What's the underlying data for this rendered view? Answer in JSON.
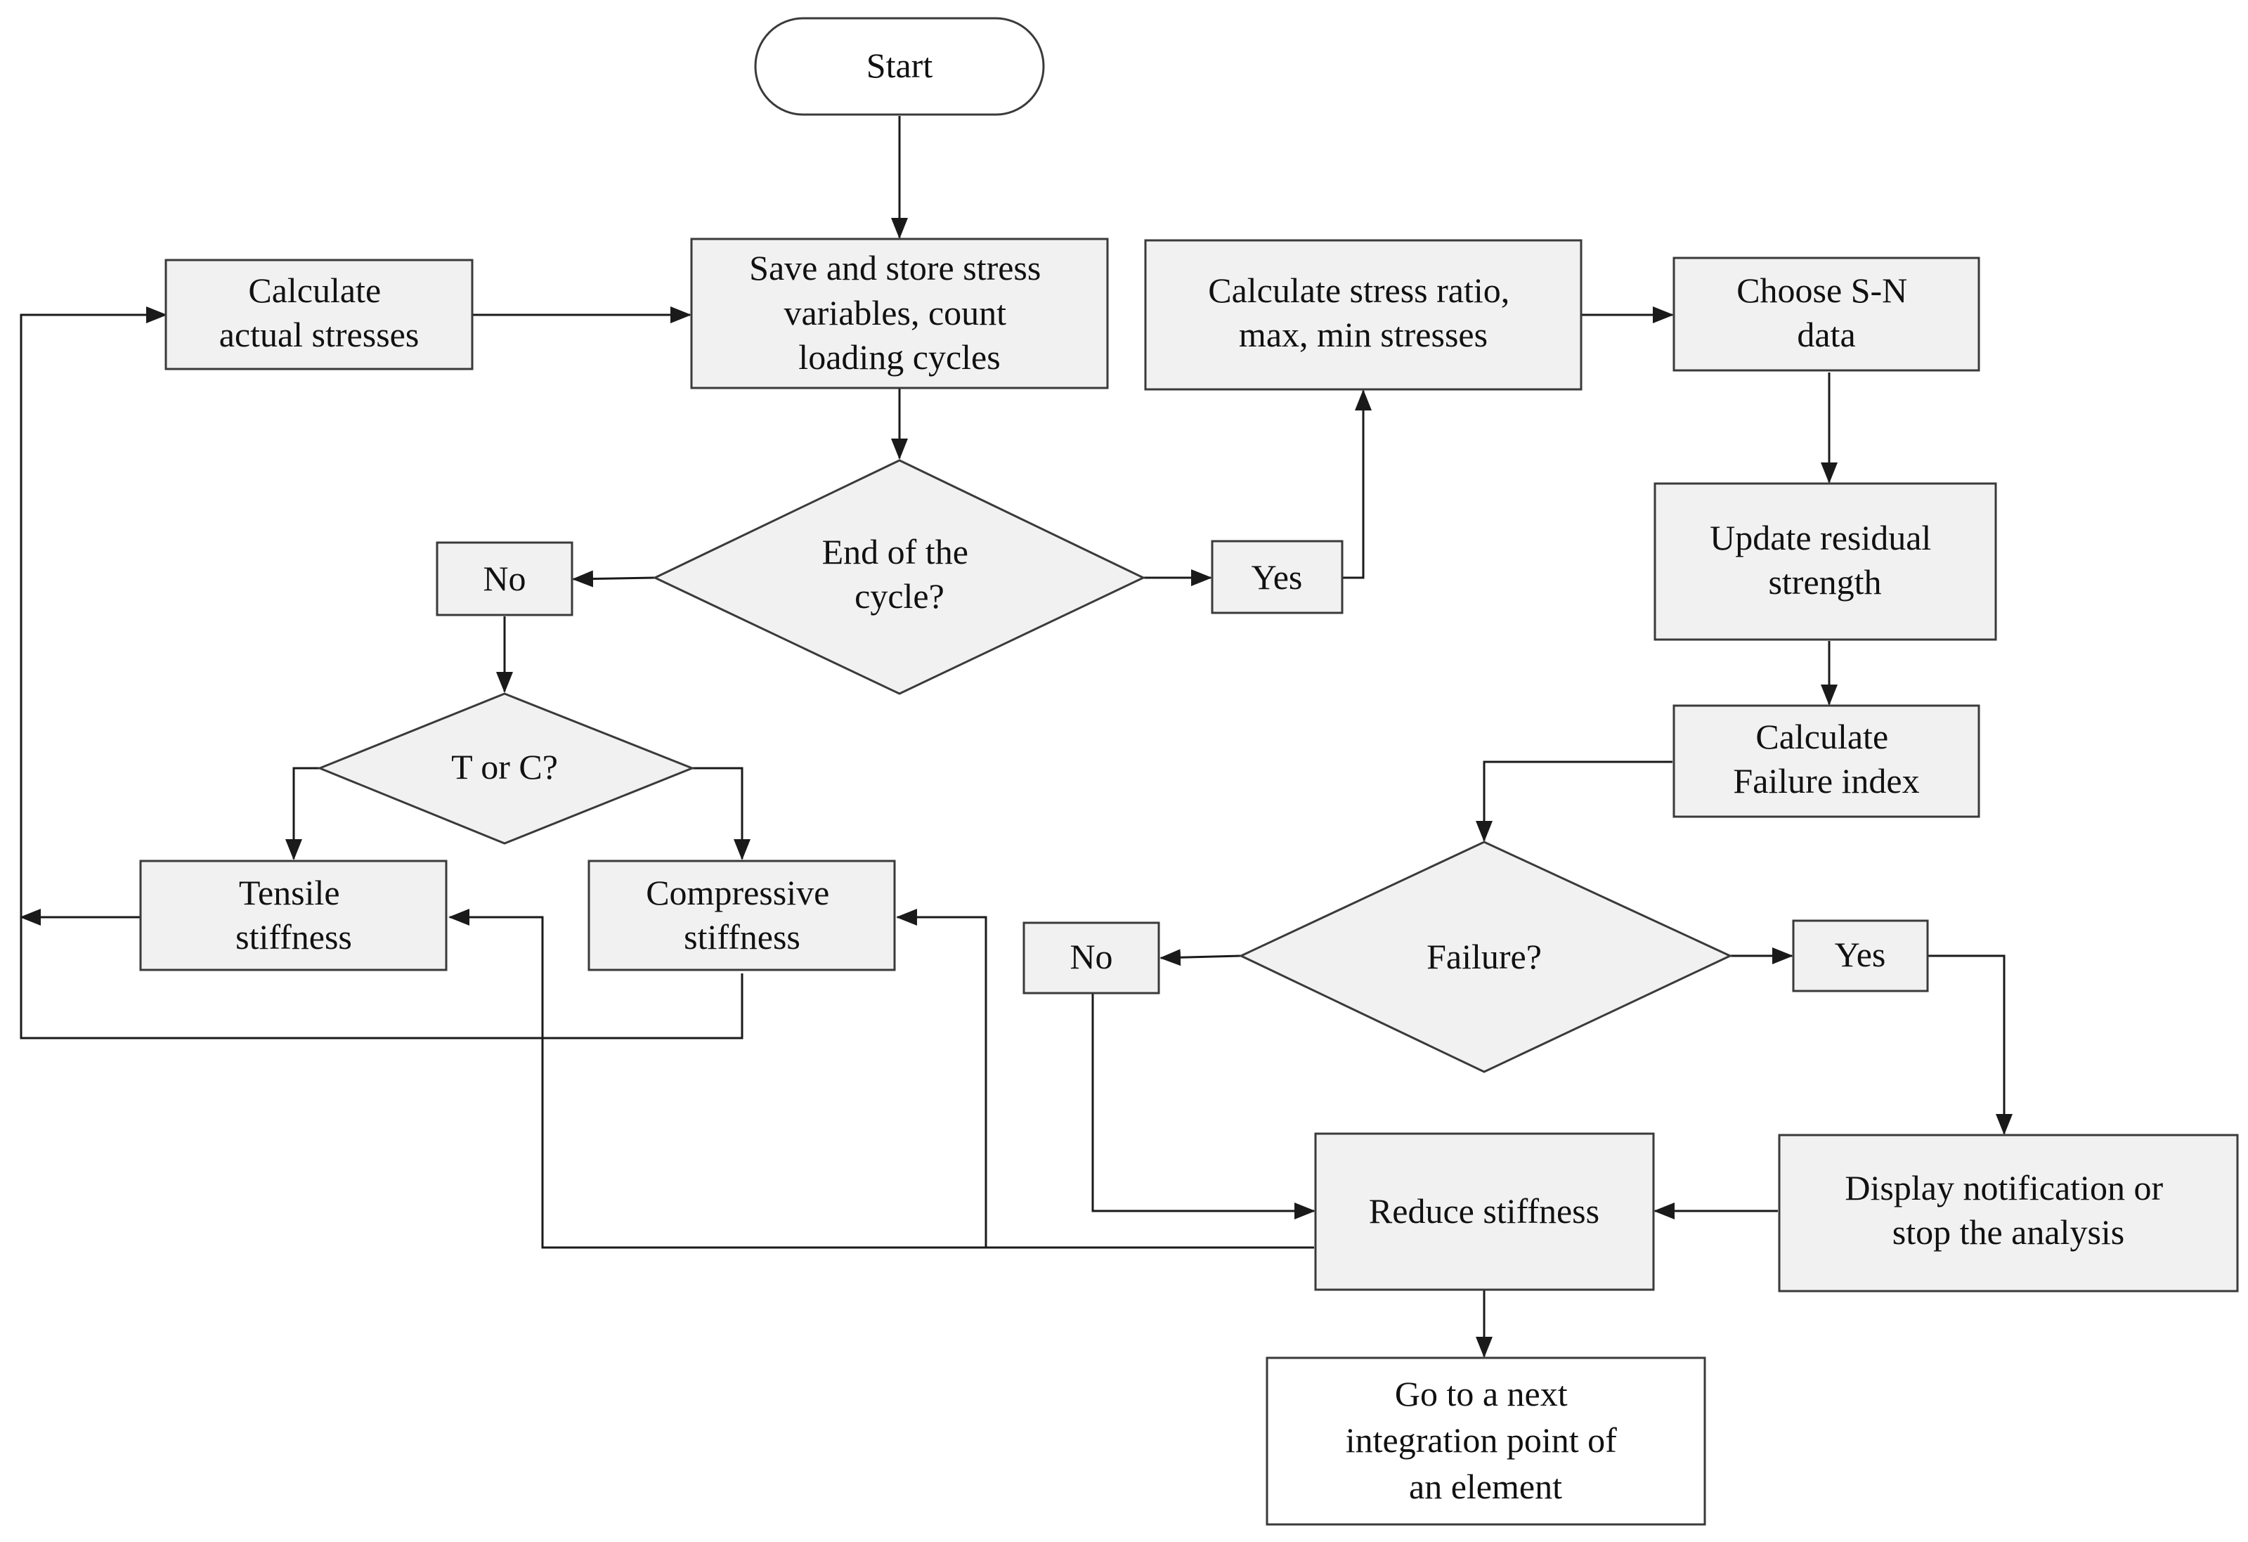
{
  "nodes": {
    "start": "Start",
    "calc_actual": [
      "Calculate",
      "actual stresses"
    ],
    "save_store": [
      "Save and store stress",
      "variables, count",
      "loading cycles"
    ],
    "calc_ratio": [
      "Calculate stress ratio,",
      "max, min stresses"
    ],
    "choose_sn": [
      "Choose S-N",
      "data"
    ],
    "update_residual": [
      "Update residual",
      "strength"
    ],
    "calc_failure_index": [
      "Calculate",
      "Failure index"
    ],
    "end_cycle": [
      "End of the",
      "cycle?"
    ],
    "no_1": "No",
    "yes_1": "Yes",
    "t_or_c": "T or C?",
    "tensile": [
      "Tensile",
      "stiffness"
    ],
    "compressive": [
      "Compressive",
      "stiffness"
    ],
    "failure": "Failure?",
    "no_2": "No",
    "yes_2": "Yes",
    "display_notification": [
      "Display notification or",
      "stop the analysis"
    ],
    "reduce_stiffness": "Reduce stiffness",
    "next_point": [
      "Go to a next",
      "integration point of",
      "an element"
    ]
  },
  "colors": {
    "box_fill": "#f1f1f1",
    "box_stroke": "#3a3a3a",
    "arrow": "#1a1a1a",
    "text": "#111111"
  }
}
